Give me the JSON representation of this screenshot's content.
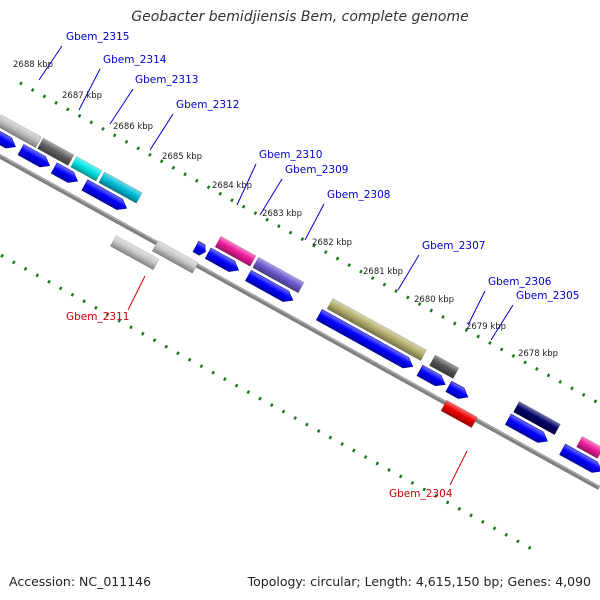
{
  "title": "Geobacter bemidjiensis Bem, complete genome",
  "accession": "Accession: NC_011146",
  "topology": "Topology: circular; Length: 4,615,150 bp; Genes: 4,090",
  "colors": {
    "forward_gene": "#0000ff",
    "label_blue": "#0000cc",
    "label_red": "#cc0000",
    "backbone": "#808080",
    "tick": "#1a7a1a"
  },
  "ticks": [
    "2688 kbp",
    "2687 kbp",
    "2686 kbp",
    "2685 kbp",
    "2684 kbp",
    "2683 kbp",
    "2682 kbp",
    "2681 kbp",
    "2680 kbp",
    "2679 kbp",
    "2678 kbp"
  ],
  "genes": [
    {
      "name": "Gbem_2315",
      "strand": "forward",
      "color": "#c0c0c0"
    },
    {
      "name": "Gbem_2314",
      "strand": "forward",
      "color": "#606060"
    },
    {
      "name": "Gbem_2313",
      "strand": "forward",
      "color": "#00e5e5"
    },
    {
      "name": "Gbem_2312",
      "strand": "forward",
      "color": "#00bcd8"
    },
    {
      "name": "Gbem_2310",
      "strand": "forward",
      "color": "#ee1a9a"
    },
    {
      "name": "Gbem_2309",
      "strand": "forward",
      "color": "#6a5acd"
    },
    {
      "name": "Gbem_2308",
      "strand": "forward",
      "color": "#6a5acd"
    },
    {
      "name": "Gbem_2307",
      "strand": "forward",
      "color": "#b5b070"
    },
    {
      "name": "Gbem_2306",
      "strand": "forward",
      "color": "#555555"
    },
    {
      "name": "Gbem_2305",
      "strand": "forward",
      "color": "#000066"
    },
    {
      "name": "Gbem_2311",
      "strand": "reverse",
      "color": "#c8c8c8"
    },
    {
      "name": "Gbem_2304",
      "strand": "reverse",
      "color": "#ee0000"
    }
  ]
}
